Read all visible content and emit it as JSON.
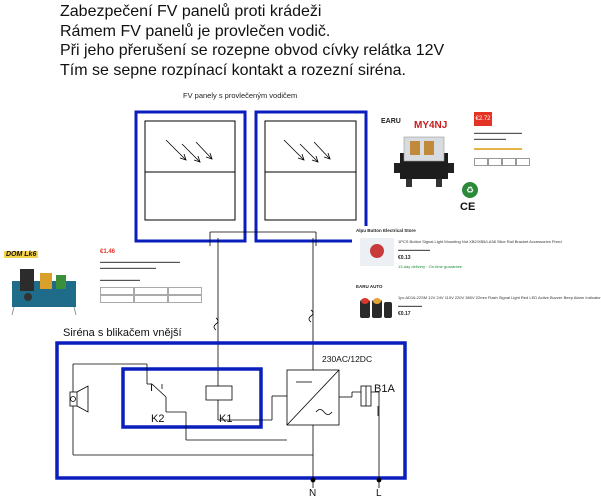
{
  "heading": {
    "lines": [
      "Zabezpečení FV panelů proti krádeži",
      "Rámem FV panelů je provlečen vodič.",
      "Při jeho přerušení se rozepne obvod cívky relátka 12V",
      "Tím se sepne rozpínací kontakt a rozezní siréna."
    ]
  },
  "diagram": {
    "panels_label": "FV panely s provlečeným vodičem",
    "siren_label": "Siréna s blikačem vnější",
    "psu_label": "230AC/12DC",
    "fuse_label": "B1A",
    "k2_label": "K2",
    "k1_label": "K1",
    "n_label": "N",
    "l_label": "L",
    "colors": {
      "frame": "#0a1ebe",
      "line": "#000000"
    }
  },
  "products": {
    "relay": {
      "brand": "EARU",
      "model": "MY4NJ",
      "price": "€2.72",
      "ce": "CE"
    },
    "psu_module": {
      "badge": "DOM Lk6",
      "price": "€1.46"
    },
    "button": {
      "store": "Alpu Button Electrical Store",
      "title": "1PCS Button Signal Light Mounting Nut XB2/XB5/LA38 Slice Rail Bracket Accessories Fixed",
      "price": "€0.13",
      "delivery": "13-day delivery · On-time guarantee"
    },
    "indicator": {
      "store": "EARU AUTO",
      "title": "1pc AD16-22SM 12V 24V 110V 220V 380V 22mm Flash Signal Light Red LED Active Buzzer Beep Alarm Indicator",
      "price": "€0.17"
    }
  }
}
